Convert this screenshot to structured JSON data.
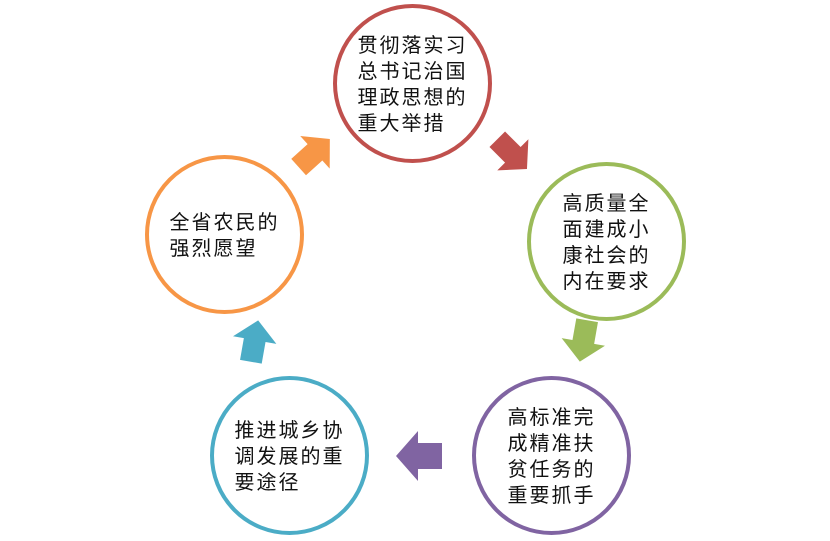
{
  "nodes": [
    {
      "id": "top",
      "text": "贯彻落实习\n总书记治国\n理政思想的\n重大举措",
      "color": "#c0504d"
    },
    {
      "id": "right",
      "text": "高质量全\n面建成小\n康社会的\n内在要求",
      "color": "#9bbb59"
    },
    {
      "id": "bottom_right",
      "text": "高标准完\n成精准扶\n贫任务的\n重要抓手",
      "color": "#8064a2"
    },
    {
      "id": "bottom_left",
      "text": "推进城乡协\n调发展的重\n要途径",
      "color": "#4bacc6"
    },
    {
      "id": "left",
      "text": "全省农民的\n强烈愿望",
      "color": "#f79646"
    }
  ],
  "arrows": [
    {
      "from": "top",
      "to": "right",
      "color": "#c0504d",
      "icon": "arrow-icon"
    },
    {
      "from": "right",
      "to": "bottom_right",
      "color": "#9bbb59",
      "icon": "arrow-icon"
    },
    {
      "from": "bottom_right",
      "to": "bottom_left",
      "color": "#8064a2",
      "icon": "arrow-icon"
    },
    {
      "from": "bottom_left",
      "to": "left",
      "color": "#4bacc6",
      "icon": "arrow-icon"
    },
    {
      "from": "left",
      "to": "top",
      "color": "#f79646",
      "icon": "arrow-icon"
    }
  ]
}
